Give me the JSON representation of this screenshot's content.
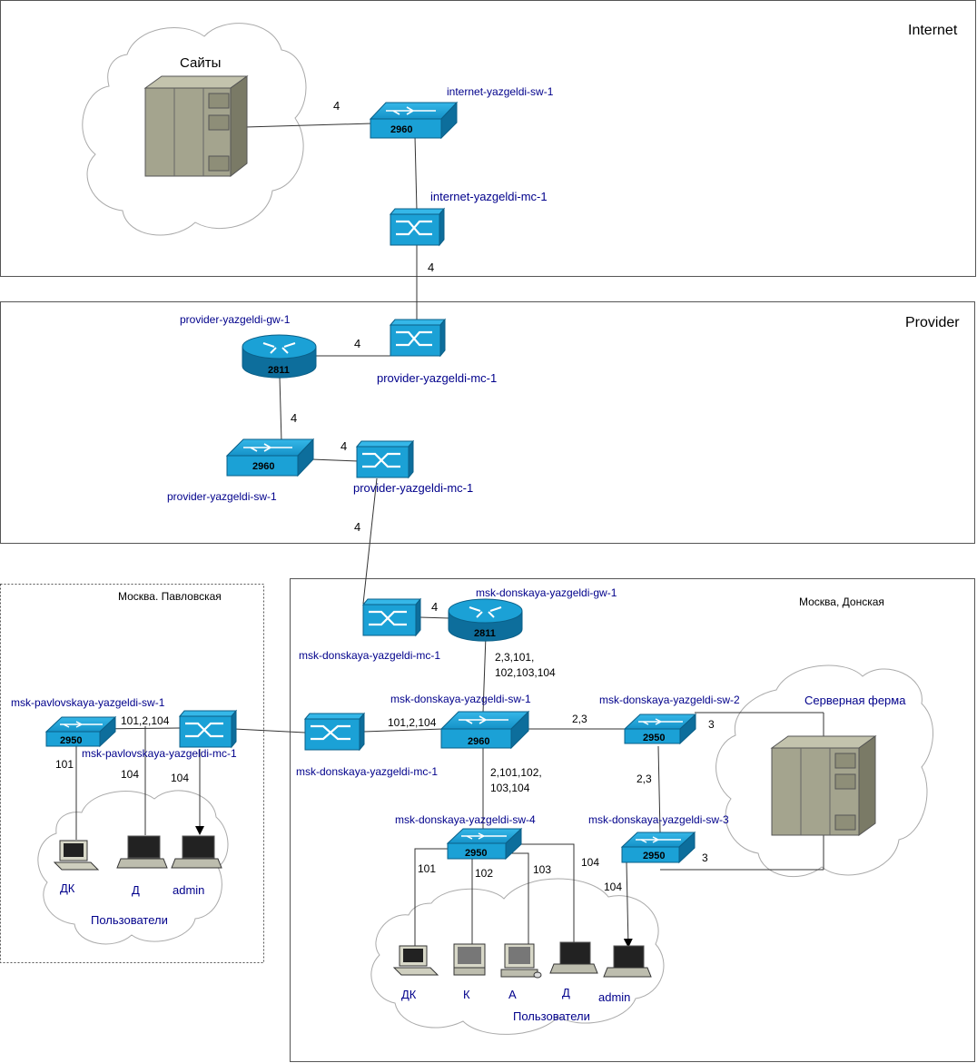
{
  "zones": {
    "internet": "Internet",
    "provider": "Provider",
    "pavlovskaya": "Москва. Павловская",
    "donskaya": "Москва, Донская"
  },
  "clouds": {
    "sites": "Сайты",
    "server_farm": "Серверная ферма",
    "users_pavlovskaya": "Пользователи",
    "users_donskaya": "Пользователи"
  },
  "devices": {
    "internet_sw1": {
      "name": "internet-yazgeldi-sw-1",
      "model": "2960"
    },
    "internet_mc1": {
      "name": "internet-yazgeldi-mc-1"
    },
    "provider_gw1": {
      "name": "provider-yazgeldi-gw-1",
      "model": "2811"
    },
    "provider_mc1a": {
      "name": "provider-yazgeldi-mc-1"
    },
    "provider_sw1": {
      "name": "provider-yazgeldi-sw-1",
      "model": "2960"
    },
    "provider_mc1b": {
      "name": "provider-yazgeldi-mc-1"
    },
    "msk_don_mc1": {
      "name": "msk-donskaya-yazgeldi-mc-1"
    },
    "msk_don_gw1": {
      "name": "msk-donskaya-yazgeldi-gw-1",
      "model": "2811"
    },
    "msk_don_sw1": {
      "name": "msk-donskaya-yazgeldi-sw-1",
      "model": "2960"
    },
    "msk_don_mc1b": {
      "name": "msk-donskaya-yazgeldi-mc-1"
    },
    "msk_don_sw2": {
      "name": "msk-donskaya-yazgeldi-sw-2",
      "model": "2950"
    },
    "msk_don_sw3": {
      "name": "msk-donskaya-yazgeldi-sw-3",
      "model": "2950"
    },
    "msk_don_sw4": {
      "name": "msk-donskaya-yazgeldi-sw-4",
      "model": "2950"
    },
    "msk_pav_sw1": {
      "name": "msk-pavlovskaya-yazgeldi-sw-1",
      "model": "2950"
    },
    "msk_pav_mc1": {
      "name": "msk-pavlovskaya-yazgeldi-mc-1"
    }
  },
  "links": {
    "sites_sw": "4",
    "inet_mc_prov": "4",
    "prov_gw_mc": "4",
    "prov_gw_sw": "4",
    "prov_sw_mc": "4",
    "prov_mc_msk": "4",
    "msk_mc_gw": "4",
    "gw_sw1": "2,3,101,\n102,103,104",
    "gw_sw1_line1": "2,3,101,",
    "gw_sw1_line2": "102,103,104",
    "mc_sw1": "101,2,104",
    "sw1_sw2": "2,3",
    "sw2_farm": "3",
    "sw2_sw3": "2,3",
    "sw3_farm": "3",
    "sw1_sw4_line1": "2,101,102,",
    "sw1_sw4_line2": "103,104",
    "pav_sw_mc": "101,2,104",
    "pav_101": "101",
    "pav_104a": "104",
    "pav_104b": "104",
    "don_101": "101",
    "don_102": "102",
    "don_103": "103",
    "don_104a": "104",
    "don_104b": "104"
  },
  "users_pavlovskaya": [
    "ДК",
    "Д",
    "admin"
  ],
  "users_donskaya": [
    "ДК",
    "К",
    "А",
    "Д",
    "admin"
  ],
  "colors": {
    "device_blue": "#1ba1d6",
    "device_dark": "#0a6f9e",
    "label_blue": "#00008b",
    "server": "#9e9e88"
  }
}
